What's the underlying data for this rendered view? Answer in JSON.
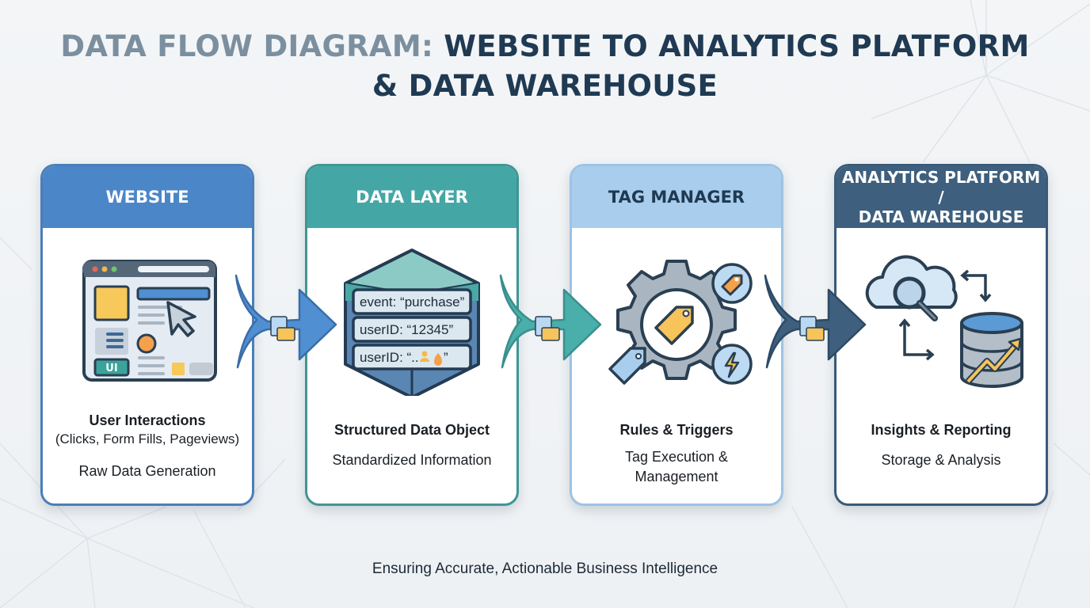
{
  "title": {
    "part1": "DATA FLOW DIAGRAM: ",
    "part2": "WEBSITE TO ANALYTICS PLATFORM",
    "line2": "& DATA WAREHOUSE"
  },
  "colors": {
    "website": "#4a86c8",
    "data_layer": "#45a7a5",
    "tag_manager": "#a9cdec",
    "analytics": "#3e5f7e",
    "accent_yellow": "#f6c45a",
    "accent_orange": "#f5a04a"
  },
  "stages": [
    {
      "header": "WEBSITE",
      "icon": "browser-window-icon",
      "title": "User Interactions",
      "subtitle": "(Clicks, Form Fills, Pageviews)",
      "description": "Raw Data Generation",
      "icon_badge": "UI"
    },
    {
      "header": "DATA LAYER",
      "icon": "data-stack-icon",
      "title": "Structured Data Object",
      "description": "Standardized Information",
      "rows": [
        "event: “purchase”",
        "userID: “12345”",
        "userID: “.."
      ]
    },
    {
      "header": "TAG MANAGER",
      "icon": "gear-tags-icon",
      "title": "Rules & Triggers",
      "description_line1": "Tag Execution &",
      "description_line2": "Management"
    },
    {
      "header_line1": "ANALYTICS PLATFORM /",
      "header_line2": "DATA WAREHOUSE",
      "icon": "cloud-database-icon",
      "title": "Insights & Reporting",
      "description": "Storage & Analysis"
    }
  ],
  "arrows": [
    {
      "from": "Website",
      "to": "Data Layer",
      "icon": "document-packet-icon"
    },
    {
      "from": "Data Layer",
      "to": "Tag Manager",
      "icon": "document-packet-icon"
    },
    {
      "from": "Tag Manager",
      "to": "Analytics Platform / Data Warehouse",
      "icon": "document-packet-icon"
    }
  ],
  "footer": "Ensuring Accurate, Actionable Business Intelligence"
}
